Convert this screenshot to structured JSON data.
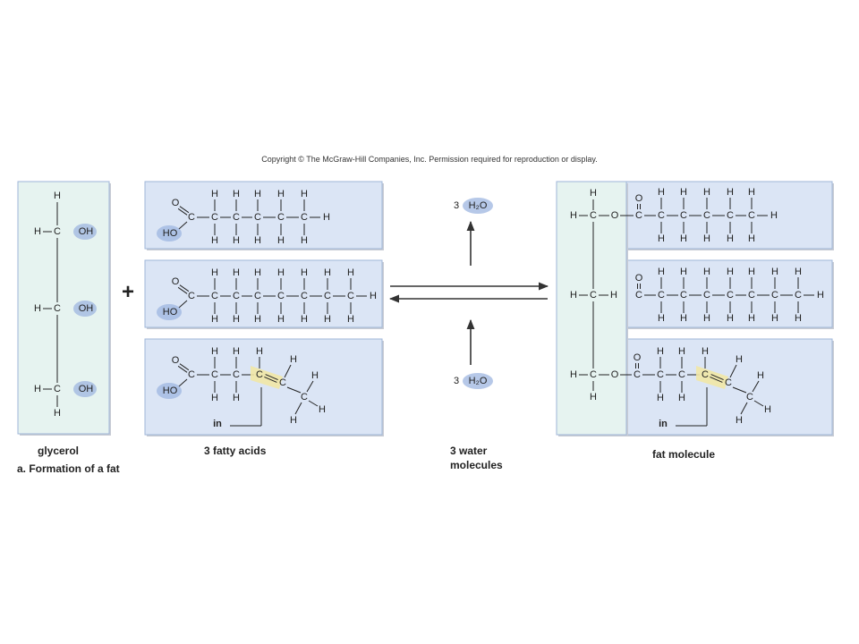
{
  "copyright": "Copyright © The McGraw-Hill Companies, Inc. Permission required for reproduction or display.",
  "plus": "+",
  "water": {
    "coef": "3",
    "formula": "H₂O"
  },
  "captions": {
    "glycerol": "glycerol",
    "fatty_acids": "3 fatty acids",
    "water_line1": "3 water",
    "water_line2": "molecules",
    "fat": "fat molecule",
    "part": "a. Formation of a fat"
  },
  "cis_label": "in",
  "atoms": {
    "C": "C",
    "H": "H",
    "O": "O",
    "OH": "OH",
    "HO": "HO"
  },
  "colors": {
    "glycerol_fill": "#e6f3f0",
    "acid_fill": "#dbe5f5",
    "panel_border": "#9fb6d8",
    "water_ellipse": "#9db6e0",
    "cis_highlight": "#f1e7a6",
    "ink": "#222222"
  }
}
